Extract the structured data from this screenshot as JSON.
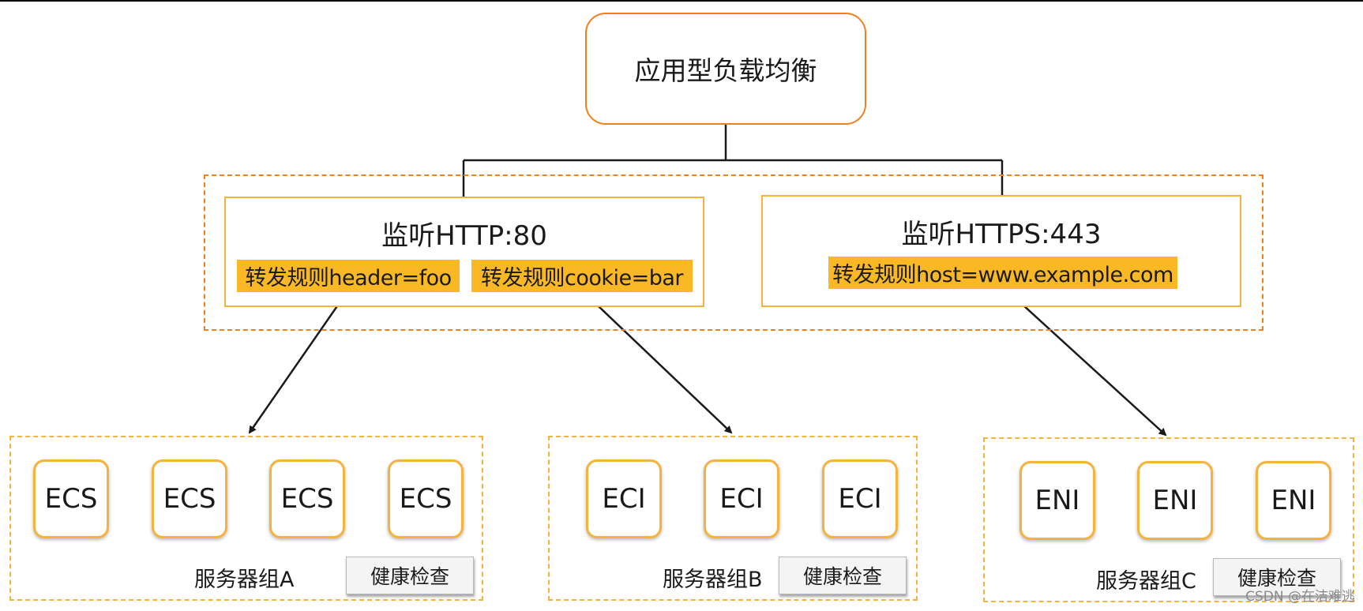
{
  "root": {
    "label": "应用型负载均衡"
  },
  "listeners": [
    {
      "title": "监听HTTP:80",
      "rules": [
        "转发规则header=foo",
        "转发规则cookie=bar"
      ]
    },
    {
      "title": "监听HTTPS:443",
      "rules": [
        "转发规则host=www.example.com"
      ]
    }
  ],
  "server_groups": [
    {
      "label": "服务器组A",
      "nodes": [
        "ECS",
        "ECS",
        "ECS",
        "ECS"
      ],
      "health": "健康检查"
    },
    {
      "label": "服务器组B",
      "nodes": [
        "ECI",
        "ECI",
        "ECI"
      ],
      "health": "健康检查"
    },
    {
      "label": "服务器组C",
      "nodes": [
        "ENI",
        "ENI",
        "ENI"
      ],
      "health": "健康检查"
    }
  ],
  "watermark": "CSDN @在洁难逃",
  "colors": {
    "root_border": "#f07f1c",
    "listener_border": "#f6b33b",
    "rule_fill": "#f9b824",
    "line": "#1a1a1a"
  }
}
